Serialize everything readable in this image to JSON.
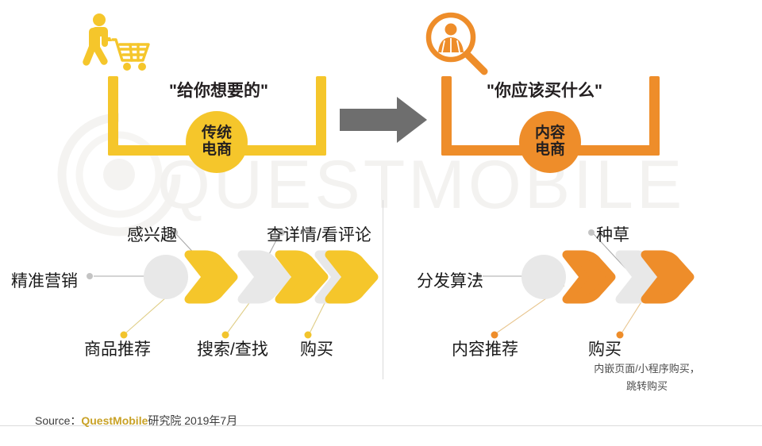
{
  "watermark": {
    "text": "QUESTMOBILE",
    "logo_icon": "questmobile-circle-logo"
  },
  "colors": {
    "traditional_yellow": "#F5C62B",
    "content_orange": "#EE8D2A",
    "chevron_gray": "#E8E8E8",
    "arrow_gray": "#6E6E6E",
    "text_dark": "#231F20",
    "brand_gold": "#C9A227"
  },
  "top": {
    "traditional": {
      "icon": "shopping-cart-person-icon",
      "quote": "\"给你想要的\"",
      "badge_line1": "传统",
      "badge_line2": "电商"
    },
    "arrow_icon": "right-arrow-icon",
    "content": {
      "icon": "magnifier-person-icon",
      "quote": "\"你应该买什么\"",
      "badge_line1": "内容",
      "badge_line2": "电商"
    }
  },
  "flows": {
    "left": {
      "entry_label": "精准营销",
      "above_labels": [
        "感兴趣",
        "查详情/看评论"
      ],
      "below_labels": [
        "商品推荐",
        "搜索/查找",
        "购买"
      ],
      "shapes": [
        "gray-circle",
        "yellow-chevron",
        "gray-chevron",
        "yellow-chevron",
        "gray-chevron",
        "yellow-chevron"
      ]
    },
    "right": {
      "entry_label": "分发算法",
      "above_labels": [
        "种草"
      ],
      "below_labels": [
        "内容推荐",
        "购买"
      ],
      "sub_note_line1": "内嵌页面/小程序购买，",
      "sub_note_line2": "跳转购买",
      "shapes": [
        "gray-circle",
        "orange-chevron",
        "gray-chevron",
        "orange-chevron"
      ]
    }
  },
  "footer": {
    "source_prefix": "Source：",
    "brand": "QuestMobile",
    "suffix": "研究院 2019年7月"
  }
}
